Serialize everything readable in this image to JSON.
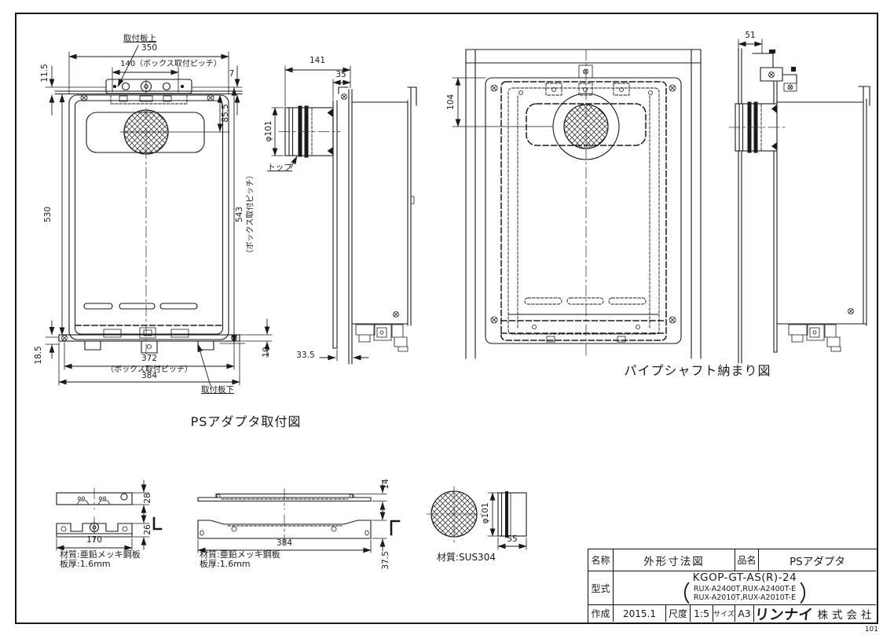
{
  "sheet": {
    "page_number": "101"
  },
  "view_front": {
    "caption": "PSアダプタ取付図",
    "label_plate_top": "取付板上",
    "label_plate_bottom": "取付板下",
    "dim_350": "350",
    "dim_140": "140（ボックス取付ピッチ）",
    "dim_11_5": "11.5",
    "dim_7": "7",
    "dim_85_5": "85.5",
    "dim_530": "530",
    "dim_543": "543",
    "dim_543_note": "（ボックス取付ピッチ）",
    "dim_18_5": "18.5",
    "dim_372": "372",
    "dim_372_note": "（ボックス取付ピッチ）",
    "dim_384": "384",
    "dim_10": "10"
  },
  "view_side": {
    "dim_141": "141",
    "dim_35": "35",
    "dim_phi101": "φ101",
    "label_top": "トップ",
    "dim_33_5": "33.5"
  },
  "view_shaft_front": {
    "caption": "パイプシャフト納まり図",
    "dim_104": "104"
  },
  "view_shaft_side": {
    "dim_51": "51"
  },
  "detail_bracket_top": {
    "dim_28": "28",
    "dim_26": "26",
    "dim_170": "170",
    "material": "材質:亜鉛メッキ鋼板",
    "thickness": "板厚:1.6mm"
  },
  "detail_bracket_bottom": {
    "dim_14": "14",
    "dim_384": "384",
    "dim_37_5": "37.5",
    "material": "材質:亜鉛メッキ鋼板",
    "thickness": "板厚:1.6mm"
  },
  "detail_cap": {
    "dim_phi101": "φ101",
    "dim_55": "55",
    "material": "材質:SUS304"
  },
  "title_block": {
    "name_label": "名称",
    "name_value": "外形寸法図",
    "product_label": "品名",
    "product_value": "PSアダプタ",
    "model_label": "型式",
    "model_value": "KGOP-GT-AS(R)-24",
    "model_sub1": "RUX-A2400T,RUX-A2400T-E",
    "model_sub2": "RUX-A2010T,RUX-A2010T-E",
    "created_label": "作成",
    "created_value": "2015.1",
    "scale_label": "尺度",
    "scale_value": "1:5",
    "size_label": "サイズ",
    "size_value": "A3",
    "company_logo": "リンナイ",
    "company_suffix": "株式会社"
  }
}
